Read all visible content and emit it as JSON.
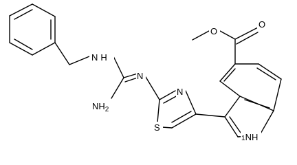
{
  "molecule": {
    "atoms": {
      "n_benzyl": "N",
      "h_benzyl": "H",
      "n_imine": "N",
      "nh2_n": "NH",
      "nh2_sub": "2",
      "thiazole_n": "N",
      "thiazole_s": "S",
      "ester_o_ether": "O",
      "ester_o_carbonyl": "O",
      "indole_nh": "NH",
      "indole_h_num": "1"
    }
  }
}
